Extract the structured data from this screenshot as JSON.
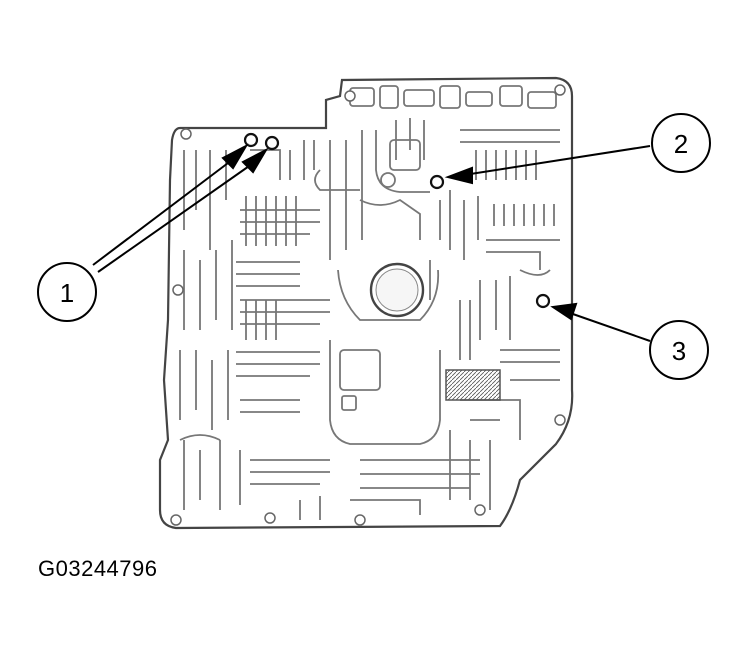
{
  "figure_id": "G03244796",
  "callouts": [
    {
      "number": "1"
    },
    {
      "number": "2"
    },
    {
      "number": "3"
    }
  ]
}
